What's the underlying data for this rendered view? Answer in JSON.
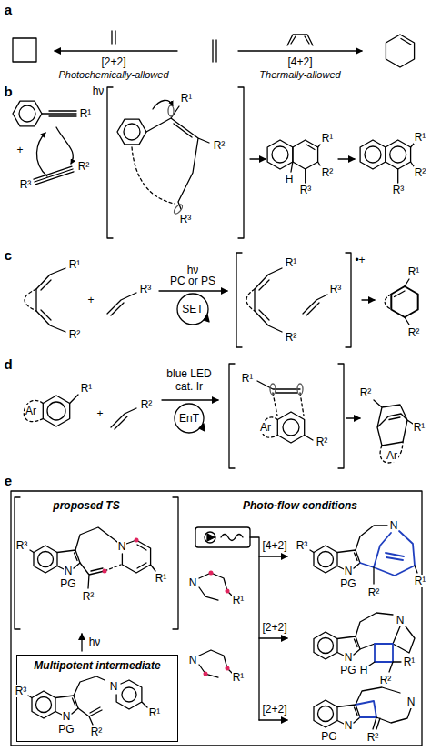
{
  "diagram": {
    "nodes": [
      {
        "text": [
          "Multipotent intermediate"
        ]
      }
    ],
    "labels": [
      "a",
      "[2+2]",
      "Photochemically-allowed",
      "[4+2]",
      "Thermally-allowed",
      "b",
      "R¹",
      "+",
      "R³",
      "R²",
      "hν",
      "R¹",
      "R²",
      "R³",
      "R¹",
      "R²",
      "H",
      "R³",
      "R¹",
      "R²",
      "R³",
      "c",
      "R¹",
      "R²",
      "+",
      "R³",
      "hν",
      "PC or PS",
      "SET",
      "R¹",
      "R²",
      "R³",
      "•+",
      "R¹",
      "R²",
      "d",
      "Ar",
      "R¹",
      "+",
      "R²",
      "blue LED",
      "cat. Ir",
      "EnT",
      "R¹",
      "Ar",
      "R²",
      "R²",
      "R¹",
      "Ar",
      "e",
      "proposed TS",
      "Photo-flow conditions",
      "R³",
      "N",
      "PG",
      "R²",
      "N",
      "R¹",
      "hν",
      "[4+2]",
      "N",
      "R¹",
      "[2+2]",
      "N",
      "R¹",
      "[2+2]",
      "R³",
      "N",
      "PG",
      "N",
      "R²",
      "R¹",
      "N",
      "N",
      "PG",
      "H",
      "R¹",
      "R²",
      "N",
      "PG",
      "R²",
      "N",
      "R³",
      "N",
      "PG",
      "R²",
      "N",
      "R¹"
    ]
  }
}
